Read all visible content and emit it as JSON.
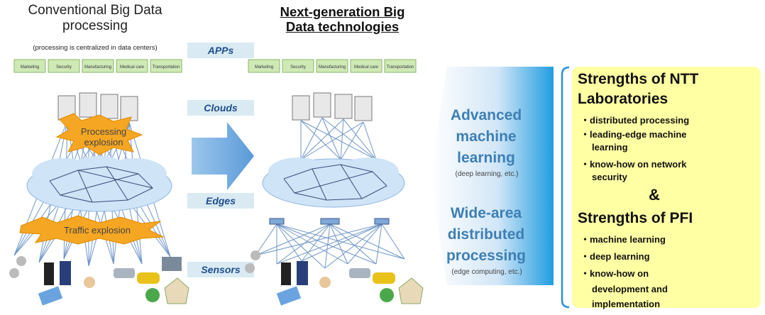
{
  "left": {
    "title_line1": "Conventional Big Data",
    "title_line2": "processing",
    "subtitle": "(processing is centralized in data centers)",
    "burst_processing_line1": "Processing",
    "burst_processing_line2": "explosion",
    "burst_traffic": "Traffic explosion"
  },
  "right": {
    "title_line1": "Next-generation Big",
    "title_line2": "Data technologies"
  },
  "layers": {
    "apps": "APPs",
    "clouds": "Clouds",
    "edges": "Edges",
    "sensors": "Sensors"
  },
  "apps": [
    "Marketing",
    "Security",
    "Manufacturing",
    "Medical care",
    "Transportation"
  ],
  "ml_panel": {
    "advanced_line1": "Advanced",
    "advanced_line2": "machine",
    "advanced_line3": "learning",
    "advanced_note": "(deep learning, etc.)",
    "wide_line1": "Wide-area",
    "wide_line2": "distributed",
    "wide_line3": "processing",
    "wide_note": "(edge computing, etc.)"
  },
  "strengths": {
    "ntt_line1": "Strengths of NTT",
    "ntt_line2": "Laboratories",
    "ntt_items": [
      "・distributed  processing",
      "・leading-edge  machine",
      "learning",
      "・know-how on network",
      "security"
    ],
    "ampersand": "&",
    "pfi_head": "Strengths of PFI",
    "pfi_items": [
      "・machine learning",
      "・deep learning",
      "・know-how on",
      "development and",
      "implementation"
    ]
  },
  "colors": {
    "layer_text": "#1f4e8c",
    "layer_bg": "#d9eaf3",
    "arrow_blue": "#4a7fc0",
    "burst_orange": "#f5a623",
    "ml_text": "#3d7fb5",
    "strength_bg": "#ffffa3"
  }
}
